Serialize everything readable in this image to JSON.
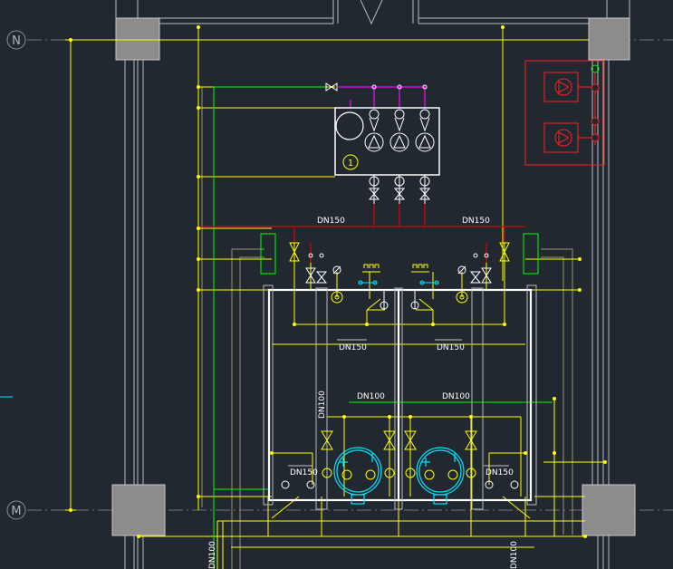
{
  "drawing": {
    "grid_axes": [
      {
        "id": "axis-n",
        "label": "N"
      },
      {
        "id": "axis-m",
        "label": "M"
      }
    ],
    "pipe_labels": {
      "header_left": "DN150",
      "header_right": "DN150",
      "branch_left": "DN150",
      "branch_right": "DN150",
      "lower_left": "DN100",
      "lower_right": "DN100",
      "vertical_left": "DN100",
      "side_left": "DN150",
      "side_right": "DN150",
      "bottom_left": "DN100",
      "bottom_right": "DN100"
    },
    "equipment_tag": "1",
    "colors": {
      "background": "#212830",
      "grid_line": "#8a8f95",
      "column_fill": "#8c8c8c",
      "pipe_yellow": "#ffff00",
      "pipe_red": "#e00000",
      "pipe_green": "#00ff00",
      "pipe_magenta": "#ff00ff",
      "equipment_white": "#ffffff",
      "tank_cyan": "#00e5ff",
      "panel_red": "#ff2020",
      "wall_tan": "#9b9470"
    }
  }
}
